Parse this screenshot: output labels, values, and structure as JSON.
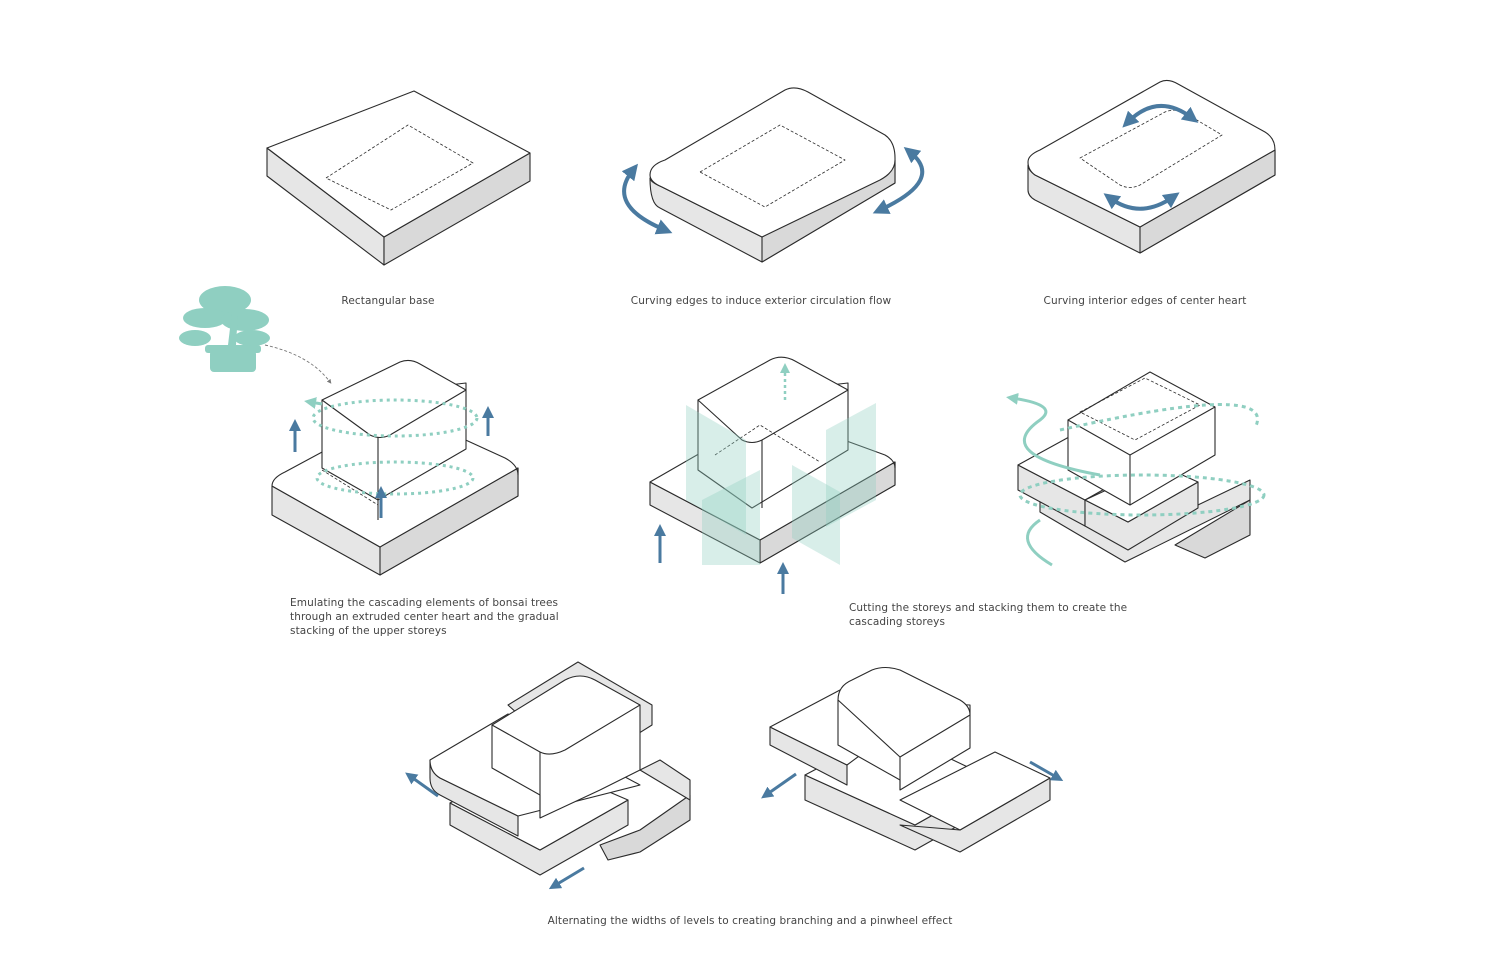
{
  "diagram": {
    "captions": {
      "rectangular_base": "Rectangular base",
      "curving_edges": "Curving edges to induce exterior circulation flow",
      "curving_interior": "Curving interior edges of center heart",
      "bonsai": [
        "Emulating the cascading elements of bonsai trees",
        "through an extruded center heart and the gradual",
        "stacking of the upper storeys"
      ],
      "cutting": [
        "Cutting the storeys and stacking them to create the",
        "cascading storeys"
      ],
      "alternating": "Alternating the widths of levels to creating branching and a pinwheel effect"
    },
    "colors": {
      "line": "#2b2b2b",
      "top_face": "#ffffff",
      "side_face": "#e6e6e6",
      "side_dark": "#d6d6d6",
      "arrow_blue": "#4a7aa0",
      "accent_teal": "#8fcfc1"
    },
    "icons": {
      "tree": "bonsai-tree-icon",
      "arrow": "circulation-arrow-icon"
    }
  }
}
